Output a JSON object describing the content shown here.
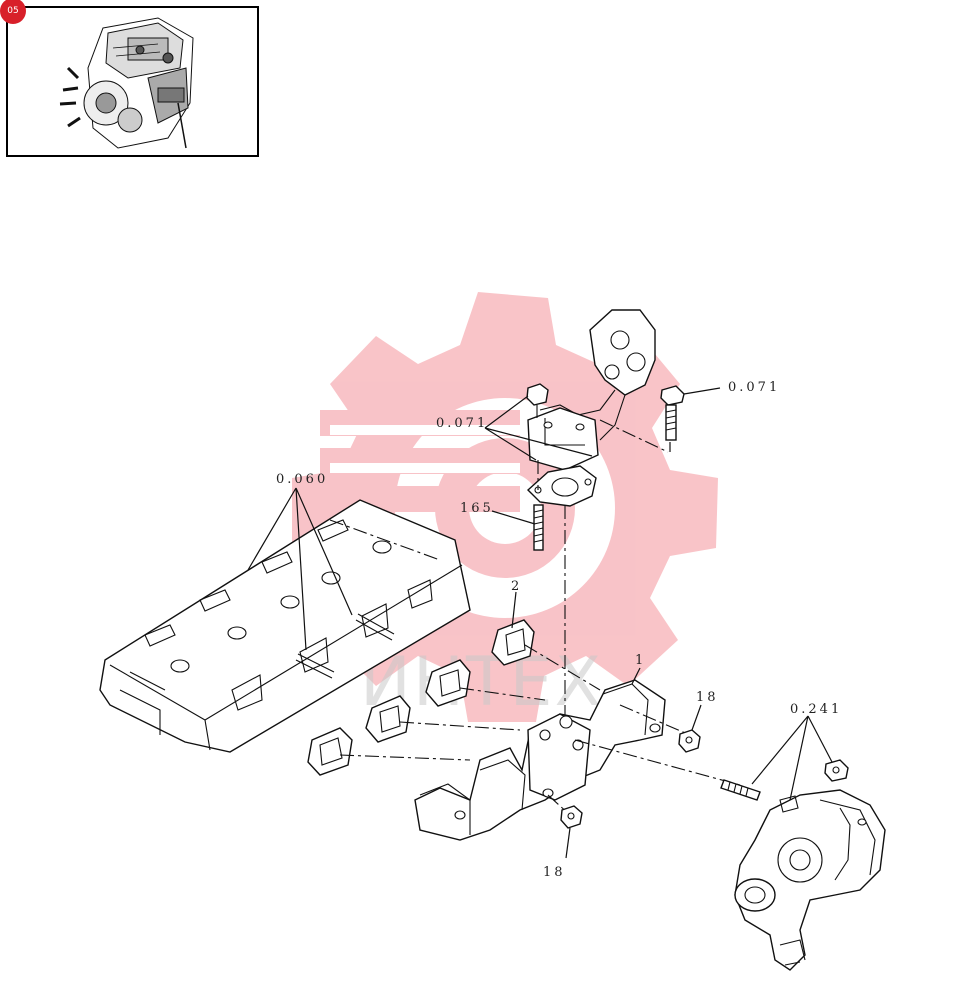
{
  "thumbnail": {
    "badge": "05"
  },
  "watermark": {
    "text": "ИНТЕХ",
    "color": "#f4a0a6"
  },
  "callouts": {
    "c_0071_top": "0.071",
    "c_0071_left": "0.071",
    "c_0060": "0.060",
    "c_165": "165",
    "c_2": "2",
    "c_1": "1",
    "c_18_right": "18",
    "c_18_bottom": "18",
    "c_0241": "0.241"
  }
}
